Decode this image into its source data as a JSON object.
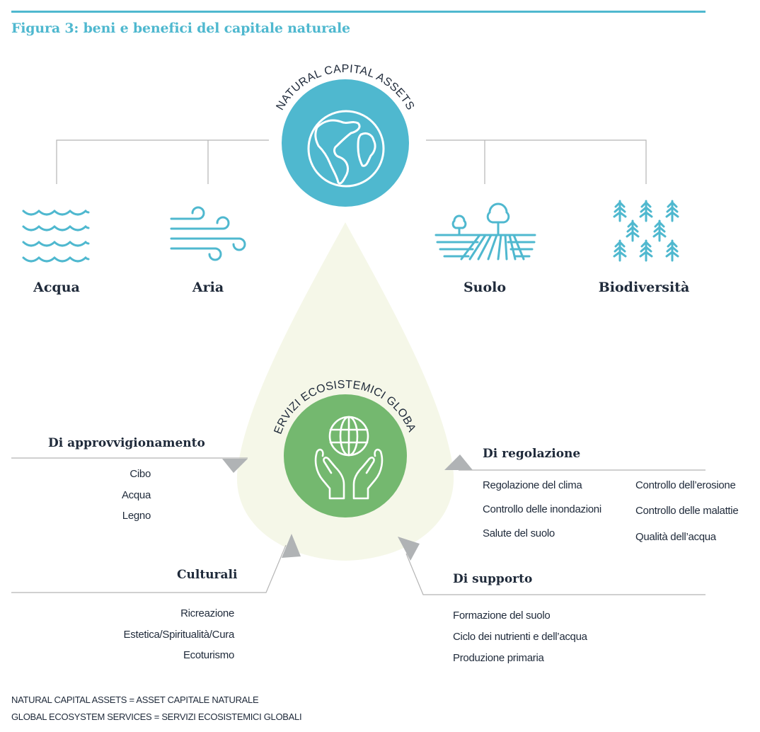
{
  "figure": {
    "title": "Figura 3: beni e benefici del capitale naturale"
  },
  "colors": {
    "accent_blue": "#4fb8cf",
    "green": "#74b86f",
    "droplet": "#f5f7e8",
    "arrow_grey": "#b0b3b5",
    "line_grey": "#b5b5b5",
    "text_dark": "#1f2a3a"
  },
  "top_hub": {
    "arc_label": "NATURAL CAPITAL ASSETS",
    "icon": "globe-icon"
  },
  "assets": [
    {
      "label": "Acqua",
      "icon": "waves-icon"
    },
    {
      "label": "Aria",
      "icon": "wind-icon"
    },
    {
      "label": "Suolo",
      "icon": "field-trees-icon"
    },
    {
      "label": "Biodiversità",
      "icon": "forest-icon"
    }
  ],
  "bottom_hub": {
    "arc_label": "SERVIZI ECOSISTEMICI GLOBALI",
    "icon": "hands-globe-icon"
  },
  "services": {
    "provisioning": {
      "title": "Di approvvigionamento",
      "items": [
        "Cibo",
        "Acqua",
        "Legno"
      ]
    },
    "regulating": {
      "title": "Di regolazione",
      "items_col1": [
        "Regolazione del clima",
        "Controllo delle inondazioni",
        "Salute del suolo"
      ],
      "items_col2": [
        "Controllo dell’erosione",
        "Controllo delle malattie",
        "Qualità dell’acqua"
      ]
    },
    "cultural": {
      "title": "Culturali",
      "items": [
        "Ricreazione",
        "Estetica/Spiritualità/Cura",
        "Ecoturismo"
      ]
    },
    "supporting": {
      "title": "Di supporto",
      "items": [
        "Formazione del suolo",
        "Ciclo dei nutrienti e dell’acqua",
        "Produzione primaria"
      ]
    }
  },
  "legend": [
    "NATURAL CAPITAL ASSETS = ASSET CAPITALE NATURALE",
    "GLOBAL ECOSYSTEM SERVICES = SERVIZI ECOSISTEMICI GLOBALI"
  ]
}
